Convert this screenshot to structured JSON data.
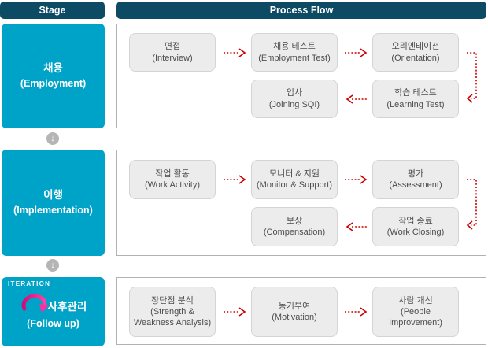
{
  "header": {
    "stage": "Stage",
    "process_flow": "Process Flow"
  },
  "glyphs": {
    "down_arrow": "↓"
  },
  "colors": {
    "header_bg": "#0d4a63",
    "stage_bg": "#00a3c8",
    "arrow_red": "#cc0000",
    "flow_box_bg": "#ececec",
    "flow_box_border": "#d4d4d4",
    "panel_border": "#b2b2b2",
    "connector_gray": "#b5b5b5",
    "iteration_pink": "#ec0f8d"
  },
  "stages": [
    {
      "title": "채용",
      "subtitle": "(Employment)"
    },
    {
      "title": "이행",
      "subtitle": "(Implementation)"
    },
    {
      "title": "사후관리",
      "subtitle": "(Follow up)",
      "iteration_label": "ITERATION"
    }
  ],
  "flows": [
    {
      "boxes": [
        {
          "title": "면접",
          "subtitle": "(Interview)"
        },
        {
          "title": "채용 테스트",
          "subtitle": "(Employment Test)"
        },
        {
          "title": "오리엔테이션",
          "subtitle": "(Orientation)"
        },
        {
          "title": "입사",
          "subtitle": "(Joining SQI)"
        },
        {
          "title": "학습 테스트",
          "subtitle": "(Learning Test)"
        }
      ]
    },
    {
      "boxes": [
        {
          "title": "작업 활동",
          "subtitle": "(Work Activity)"
        },
        {
          "title": "모니터 & 지원",
          "subtitle": "(Monitor & Support)"
        },
        {
          "title": "평가",
          "subtitle": "(Assessment)"
        },
        {
          "title": "보상",
          "subtitle": "(Compensation)"
        },
        {
          "title": "작업 종료",
          "subtitle": "(Work Closing)"
        }
      ]
    },
    {
      "boxes": [
        {
          "title": "장단점 분석",
          "subtitle": "(Strength & Weakness Analysis)"
        },
        {
          "title": "동기부여",
          "subtitle": "(Motivation)"
        },
        {
          "title": "사람 개선",
          "subtitle": "(People Improvement)"
        }
      ]
    }
  ]
}
